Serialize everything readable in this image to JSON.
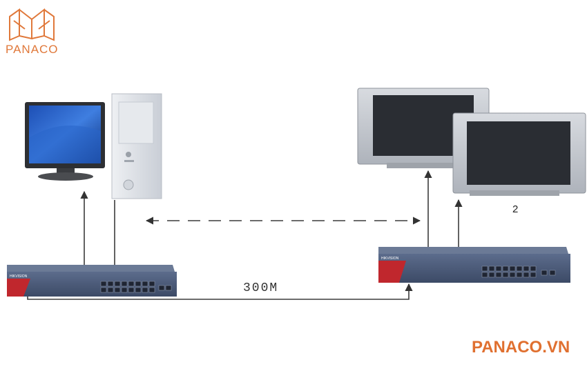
{
  "brand": {
    "logo_text": "PANACO",
    "site_text": "PANACO.VN",
    "logo_icon": "open-book-icon"
  },
  "diagram": {
    "monitor_label": "2",
    "link_speed_label": "300M",
    "switch_brand": "HIKVISION",
    "colors": {
      "brand_orange": "#e0783a",
      "switch_body": "#4a5a78",
      "switch_red": "#c0272d",
      "line": "#444444"
    }
  }
}
